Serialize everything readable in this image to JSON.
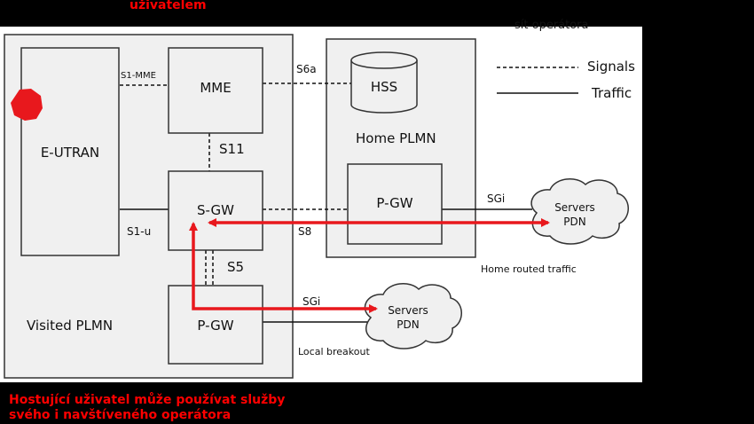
{
  "header_text": "uživatelem",
  "header_corner_text": "sít operátora",
  "footer": {
    "line1": "Hostující uživatel může používat služby",
    "line2": "svého i navštíveného operátora"
  },
  "legend": {
    "signals": "Signals",
    "traffic": "Traffic"
  },
  "regions": {
    "visited": "Visited PLMN",
    "home": "Home PLMN"
  },
  "nodes": {
    "eutran": "E-UTRAN",
    "mme": "MME",
    "sgw": "S-GW",
    "pgw_visited": "P-GW",
    "hss": "HSS",
    "pgw_home": "P-GW",
    "pdn_home_line1": "Servers",
    "pdn_home_line2": "PDN",
    "pdn_local_line1": "Servers",
    "pdn_local_line2": "PDN"
  },
  "interfaces": {
    "s1_mme": "S1-MME",
    "s6a": "S6a",
    "s11": "S11",
    "s1_u": "S1-u",
    "s8": "S8",
    "s5": "S5",
    "sgi_home": "SGi",
    "sgi_local": "SGi"
  },
  "annotations": {
    "home_routed": "Home routed traffic",
    "local_breakout": "Local breakout"
  },
  "colors": {
    "highlight": "#e8181d",
    "background": "#000000",
    "canvas": "#ffffff"
  }
}
